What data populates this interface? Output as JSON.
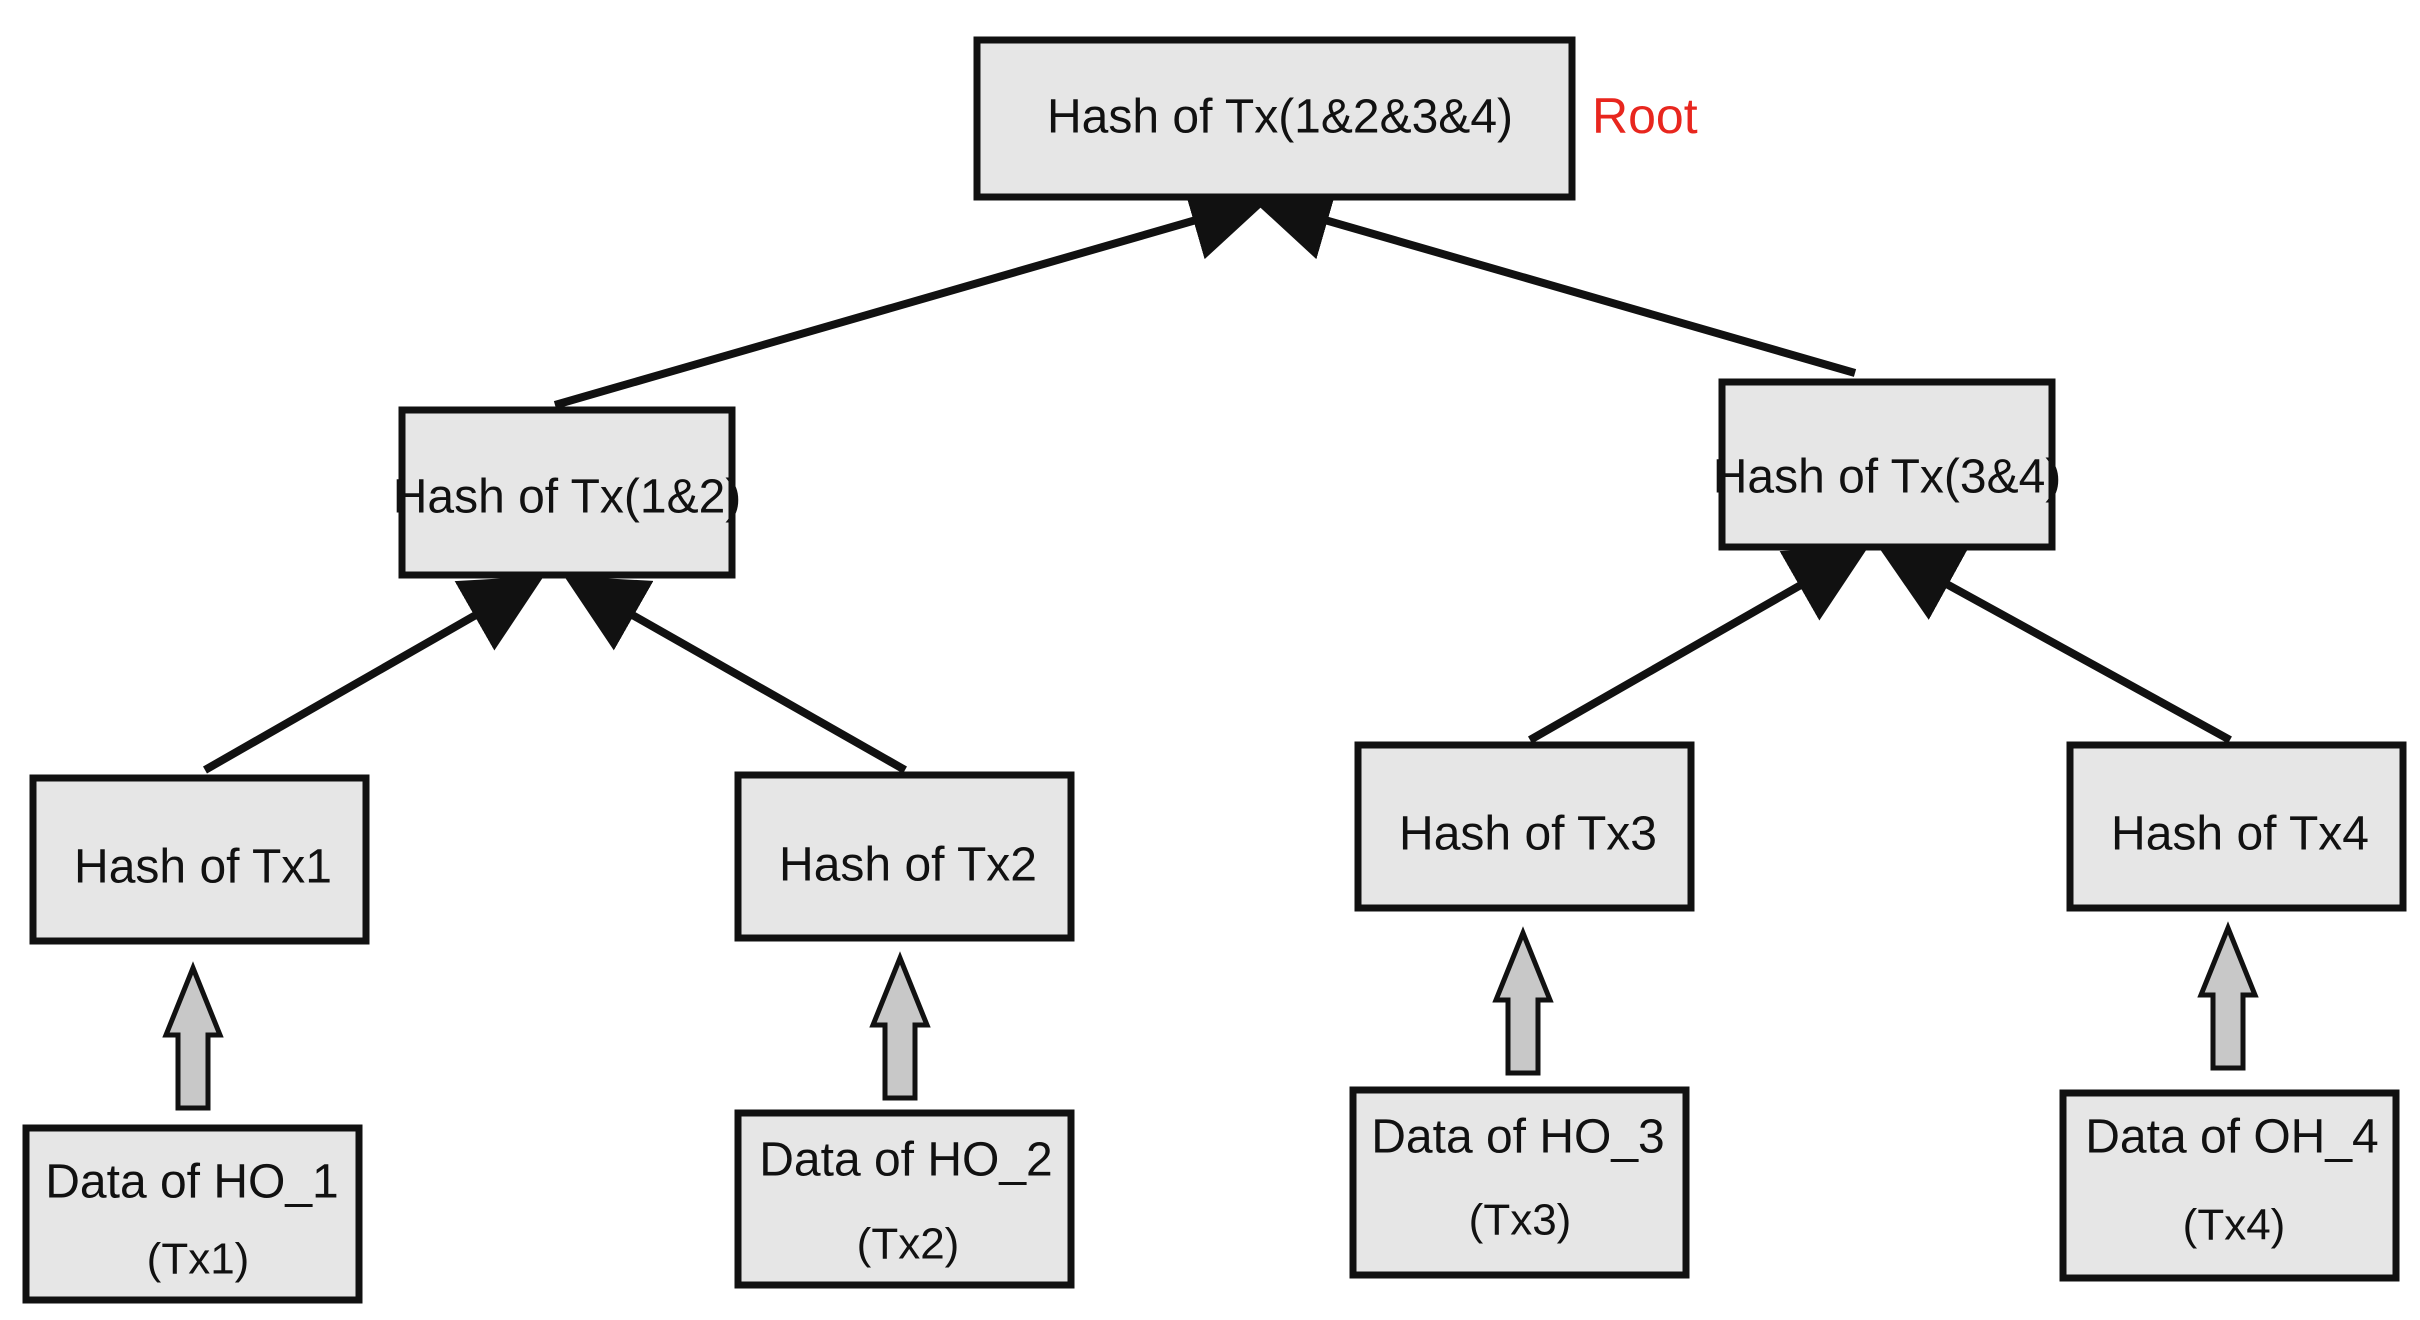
{
  "root": {
    "label": "Hash of Tx(1&2&3&4)",
    "tag": "Root",
    "tag_color": "#e8261e"
  },
  "level1": [
    {
      "label": "Hash of Tx(1&2)"
    },
    {
      "label": "Hash of Tx(3&4)"
    }
  ],
  "leaves": [
    {
      "label": "Hash of Tx1"
    },
    {
      "label": "Hash of Tx2"
    },
    {
      "label": "Hash of Tx3"
    },
    {
      "label": "Hash of Tx4"
    }
  ],
  "data_blocks": [
    {
      "line1": "Data of HO_1",
      "line2": "(Tx1)"
    },
    {
      "line1": "Data of HO_2",
      "line2": "(Tx2)"
    },
    {
      "line1": "Data of HO_3",
      "line2": "(Tx3)"
    },
    {
      "line1": "Data of OH_4",
      "line2": "(Tx4)"
    }
  ],
  "colors": {
    "box_fill": "#e6e6e6",
    "box_stroke": "#111111",
    "block_arrow_fill": "#c8c8c8"
  }
}
